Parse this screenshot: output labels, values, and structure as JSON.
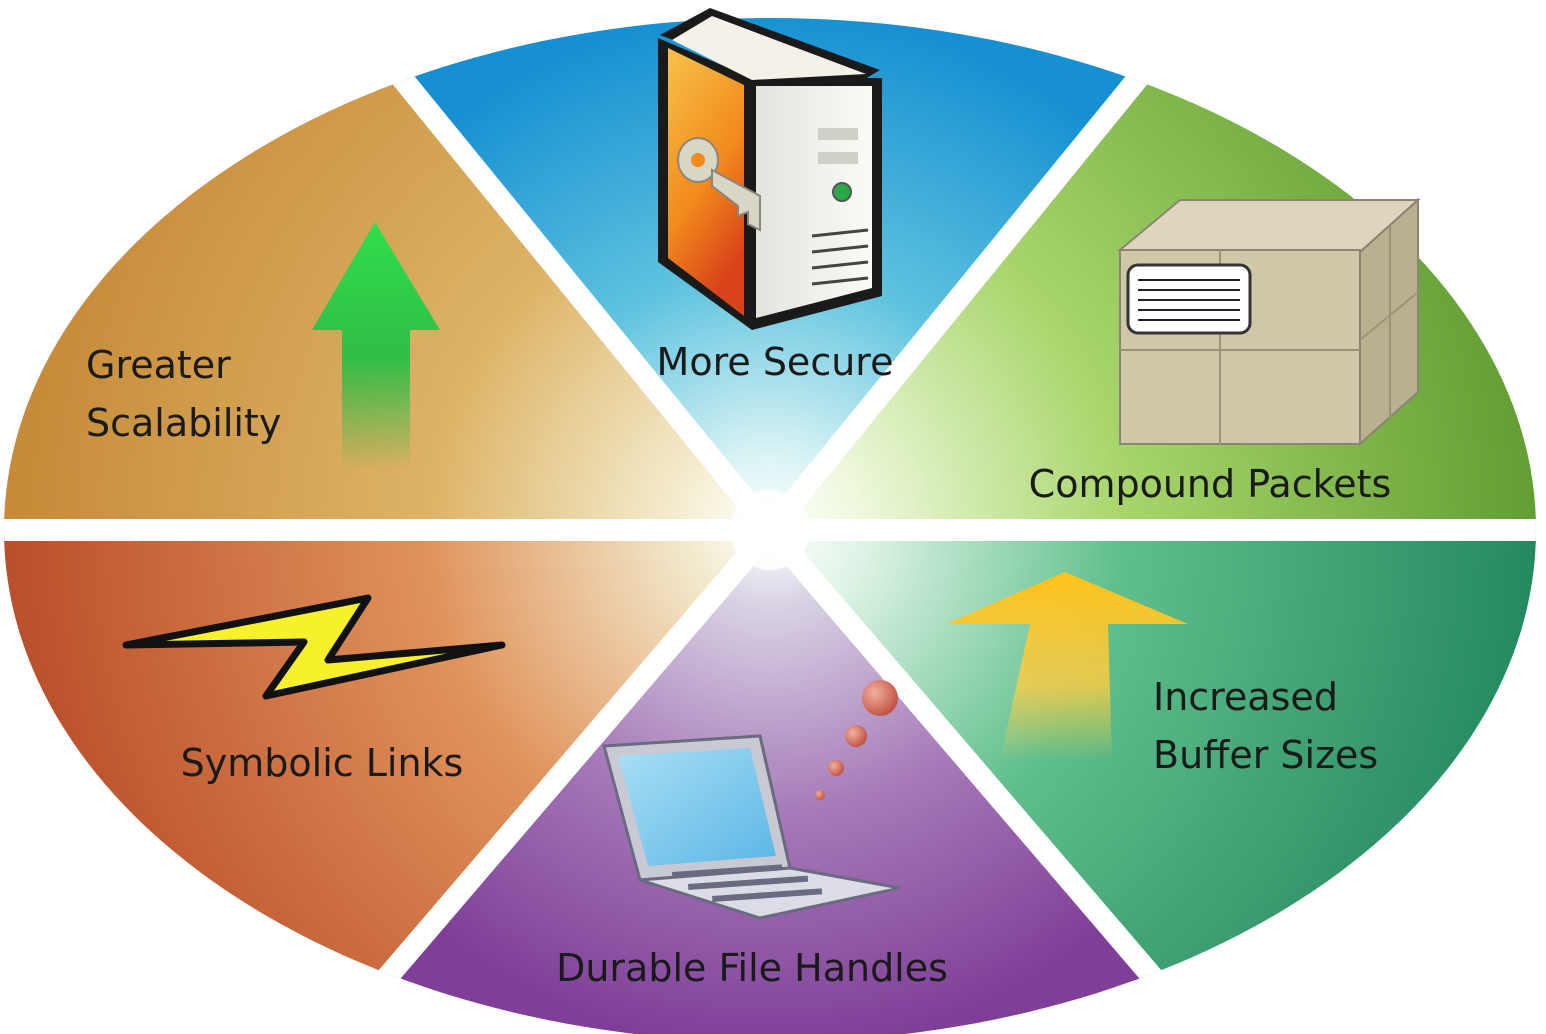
{
  "segments": [
    {
      "id": "greater-scalability",
      "lines": [
        "Greater",
        "Scalability"
      ],
      "color": "#c98e3c",
      "icon": "up-arrow-icon"
    },
    {
      "id": "more-secure",
      "lines": [
        "More Secure"
      ],
      "color": "#1d9ad6",
      "icon": "server-key-icon"
    },
    {
      "id": "compound-packets",
      "lines": [
        "Compound Packets"
      ],
      "color": "#6ea83b",
      "icon": "package-box-icon"
    },
    {
      "id": "increased-buffer-sizes",
      "lines": [
        "Increased",
        "Buffer Sizes"
      ],
      "color": "#2e8f68",
      "icon": "expand-arrow-icon"
    },
    {
      "id": "durable-file-handles",
      "lines": [
        "Durable File Handles"
      ],
      "color": "#8a4aa0",
      "icon": "laptop-icon"
    },
    {
      "id": "symbolic-links",
      "lines": [
        "Symbolic Links"
      ],
      "color": "#c0572e",
      "icon": "lightning-bolt-icon"
    }
  ]
}
